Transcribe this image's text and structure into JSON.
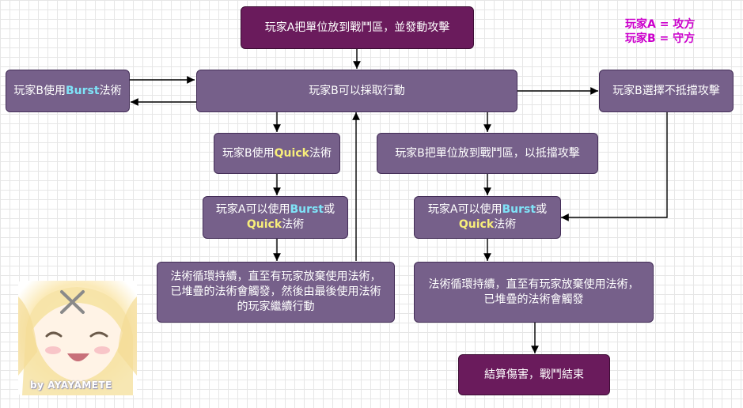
{
  "legend": {
    "line_a": "玩家A = 攻方",
    "line_b": "玩家B = 守方"
  },
  "nodes": {
    "attack": "玩家A把單位放到戰鬥區，並發動攻擊",
    "b_action": "玩家B可以採取行動",
    "burst": {
      "pre": "玩家B使用",
      "kw": "Burst",
      "post": "法術"
    },
    "no_block": "玩家B選擇不抵擋攻擊",
    "quick": {
      "pre": "玩家B使用",
      "kw": "Quick",
      "post": "法術"
    },
    "block": "玩家B把單位放到戰鬥區，以抵擋攻擊",
    "a_can_left": {
      "pre": "玩家A可以使用",
      "kw1": "Burst",
      "mid": "或",
      "kw2": "Quick",
      "post": "法術"
    },
    "a_can_right": {
      "pre": "玩家A可以使用",
      "kw1": "Burst",
      "mid": "或",
      "kw2": "Quick",
      "post": "法術"
    },
    "loop_left": "法術循環持續，直至有玩家放棄使用法術，已堆疊的法術會觸發，然後由最後使用法術的玩家繼續行動",
    "loop_right": "法術循環持續，直至有玩家放棄使用法術，已堆疊的法術會觸發",
    "end": "結算傷害，戰鬥結束"
  },
  "credit": "by AYAYAMETE",
  "colors": {
    "node_fill": "#76608a",
    "node_dark_fill": "#6a1b5c",
    "burst_text": "#7fe3f8",
    "quick_text": "#f8ee7a",
    "legend_text": "#cc00cc",
    "arrow": "#000000"
  }
}
